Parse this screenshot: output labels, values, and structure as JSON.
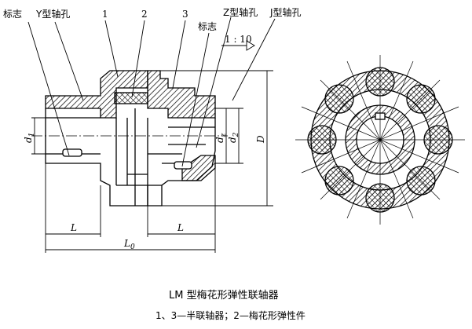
{
  "labels": {
    "mark_left": "标志",
    "y_bore": "Y型轴孔",
    "part_1": "1",
    "part_2": "2",
    "part_3": "3",
    "z_bore": "Z型轴孔",
    "j_bore": "J型轴孔",
    "mark_right": "标志",
    "taper": "1 : 10"
  },
  "dimensions": {
    "d1": "d",
    "d1_sub": "1",
    "dz": "d",
    "dz_sub": "z",
    "d2": "d",
    "d2_sub": "2",
    "D": "D",
    "L_left": "L",
    "L_right": "L",
    "L0": "L",
    "L0_sub": "0"
  },
  "caption": {
    "title": "LM 型梅花形弹性联轴器",
    "subtitle": "1、3—半联轴器；2—梅花形弹性件"
  }
}
